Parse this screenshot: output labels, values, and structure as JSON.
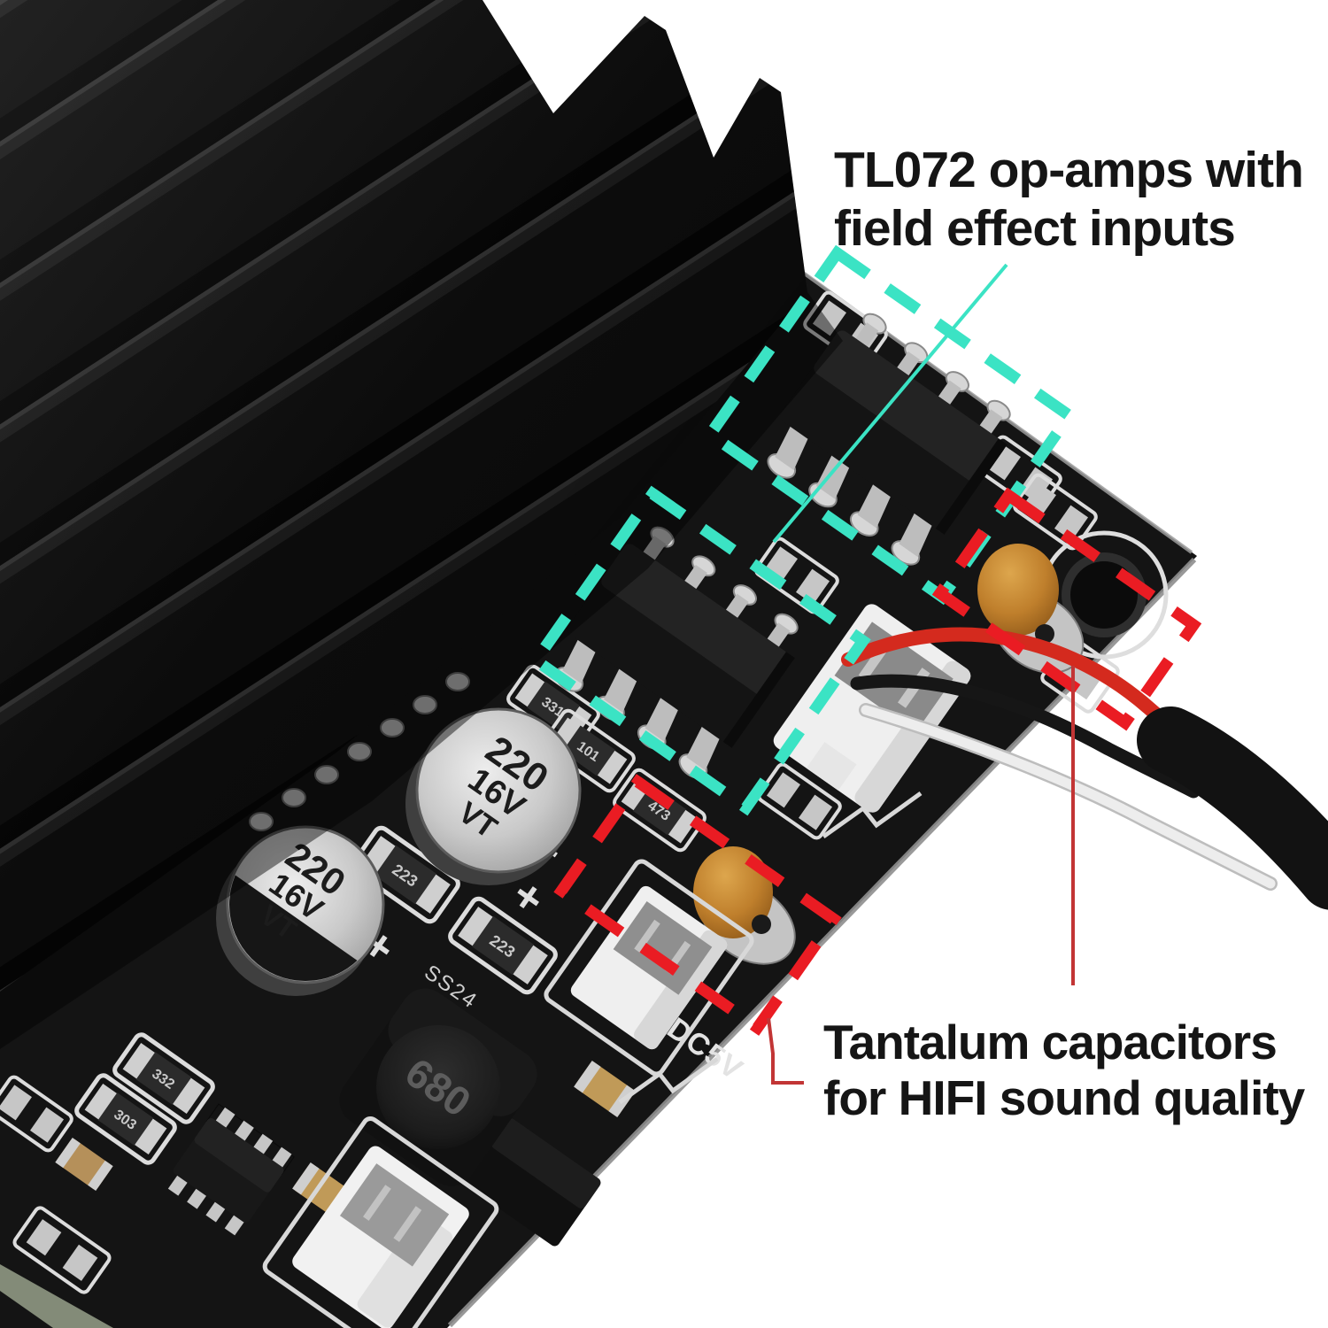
{
  "annotations": {
    "opamp_note": {
      "lines": [
        "TL072 op-amps with",
        "field effect inputs"
      ]
    },
    "tantalum_note": {
      "lines": [
        "Tantalum capacitors",
        "for HIFI sound quality"
      ]
    }
  },
  "board": {
    "electrolytic_cap_label": {
      "value": "220",
      "voltage": "16V",
      "series": "VT"
    },
    "inductor_label": "680",
    "diode_label": "SS24",
    "power_label": "DC5V",
    "plus_mark": "+",
    "resistor_codes": {
      "r223_a": "223",
      "r223_b": "223",
      "r331": "331",
      "r101": "101",
      "r473": "473",
      "r332": "332",
      "r303": "303"
    }
  },
  "icons": {
    "opamp_highlight_box": "cyan-dashed-box",
    "tantalum_highlight_box": "red-dashed-box",
    "mounting_hole": "mounting-hole",
    "heatsink": "finned-heatsink"
  },
  "colors": {
    "background": "#ffffff",
    "pcb_black": "#141414",
    "silkscreen_white": "#dedede",
    "annotation_cyan": "#3BE3C4",
    "annotation_red": "#EA1C23",
    "leader_red": "#C23535",
    "tantalum_orange": "#C4852F",
    "wire_red": "#D42A1E",
    "wire_black": "#161616",
    "wire_white": "#ececec",
    "text_black": "#151515"
  }
}
